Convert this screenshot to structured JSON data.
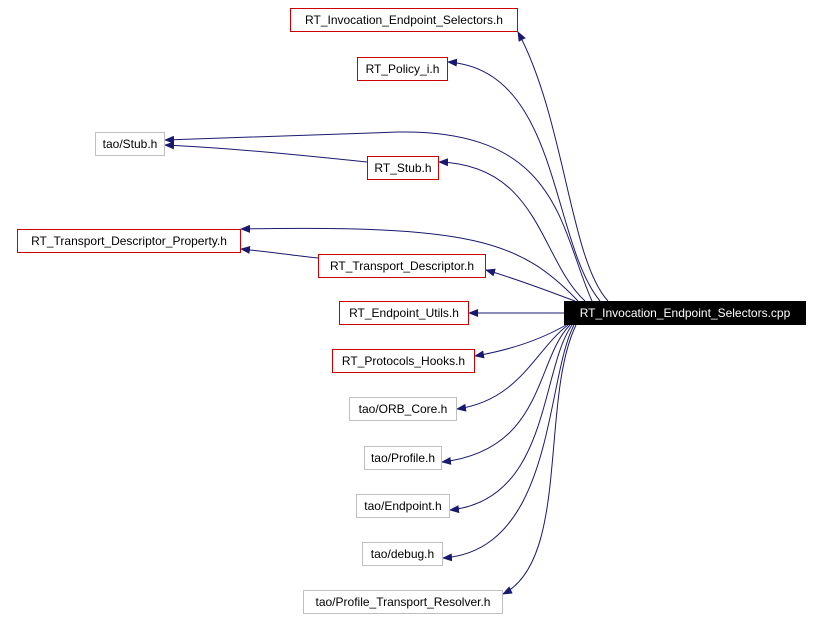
{
  "root": {
    "label": "RT_Invocation_Endpoint_Selectors.cpp"
  },
  "includes": [
    {
      "id": "n1",
      "label": "RT_Invocation_Endpoint_Selectors.h",
      "style": "red"
    },
    {
      "id": "n2",
      "label": "RT_Policy_i.h",
      "style": "red"
    },
    {
      "id": "n3",
      "label": "tao/Stub.h",
      "style": "gray"
    },
    {
      "id": "n4",
      "label": "RT_Stub.h",
      "style": "red"
    },
    {
      "id": "n5",
      "label": "RT_Transport_Descriptor_Property.h",
      "style": "red"
    },
    {
      "id": "n6",
      "label": "RT_Transport_Descriptor.h",
      "style": "red"
    },
    {
      "id": "n7",
      "label": "RT_Endpoint_Utils.h",
      "style": "red"
    },
    {
      "id": "n8",
      "label": "RT_Protocols_Hooks.h",
      "style": "red"
    },
    {
      "id": "n9",
      "label": "tao/ORB_Core.h",
      "style": "gray"
    },
    {
      "id": "n10",
      "label": "tao/Profile.h",
      "style": "gray"
    },
    {
      "id": "n11",
      "label": "tao/Endpoint.h",
      "style": "gray"
    },
    {
      "id": "n12",
      "label": "tao/debug.h",
      "style": "gray"
    },
    {
      "id": "n13",
      "label": "tao/Profile_Transport_Resolver.h",
      "style": "gray"
    }
  ],
  "colors": {
    "edge": "#191970",
    "include_border": "#cc0000",
    "system_border": "#bfbfbf",
    "root_fill": "#000000",
    "root_text": "#ffffff"
  }
}
